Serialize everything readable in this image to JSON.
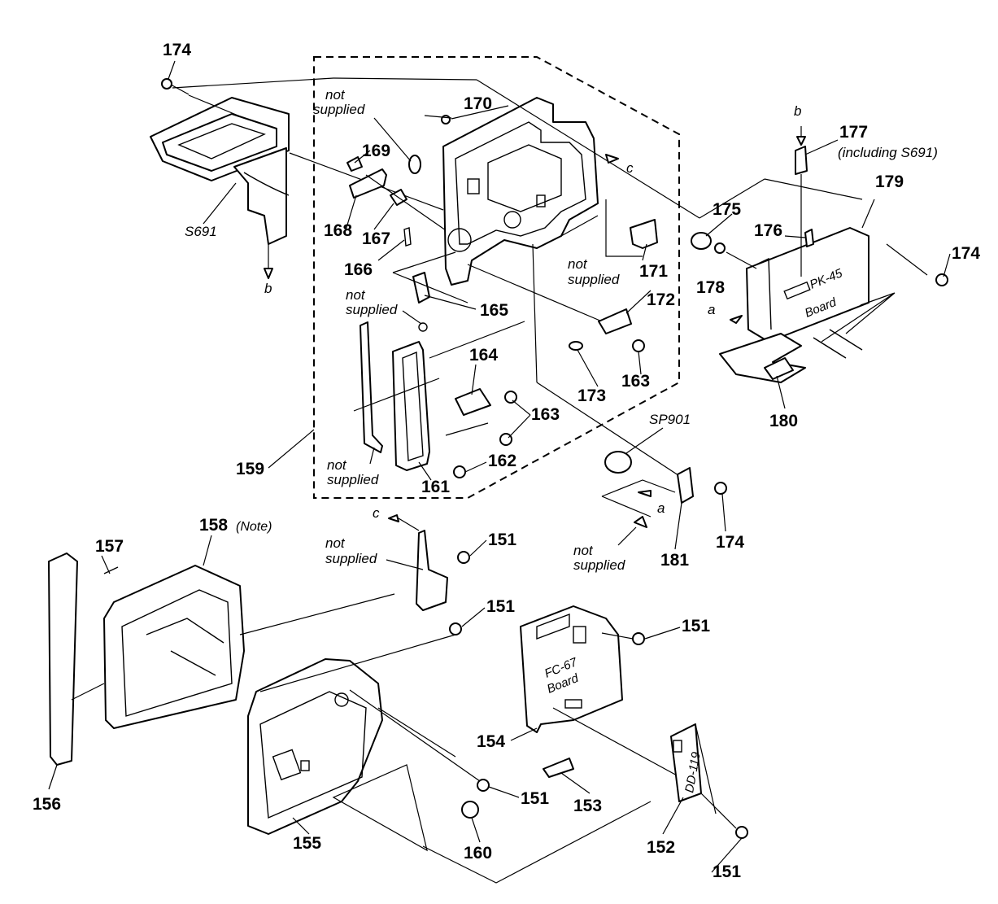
{
  "diagram": {
    "part_numbers": {
      "p174": "174",
      "p170": "170",
      "p169": "169",
      "p168": "168",
      "p167": "167",
      "p166": "166",
      "p165": "165",
      "p164": "164",
      "p163": "163",
      "p162": "162",
      "p161": "161",
      "p159": "159",
      "p171": "171",
      "p172": "172",
      "p173": "173",
      "p175": "175",
      "p176": "176",
      "p177": "177",
      "p178": "178",
      "p179": "179",
      "p180": "180",
      "p181": "181",
      "p158": "158",
      "p157": "157",
      "p156": "156",
      "p155": "155",
      "p154": "154",
      "p153": "153",
      "p152": "152",
      "p151": "151",
      "p160": "160"
    },
    "labels": {
      "not_supplied_line1": "not",
      "not_supplied_line2": "supplied",
      "s691": "S691",
      "sp901": "SP901",
      "including_s691": "(including S691)",
      "note": "(Note)",
      "pk45_board_a": "PK-45",
      "pk45_board_b": "Board",
      "fc67_board_a": "FC-67",
      "fc67_board_b": "Board",
      "dd119_board": "DD-119",
      "ref_a": "a",
      "ref_b": "b",
      "ref_c": "c"
    }
  }
}
